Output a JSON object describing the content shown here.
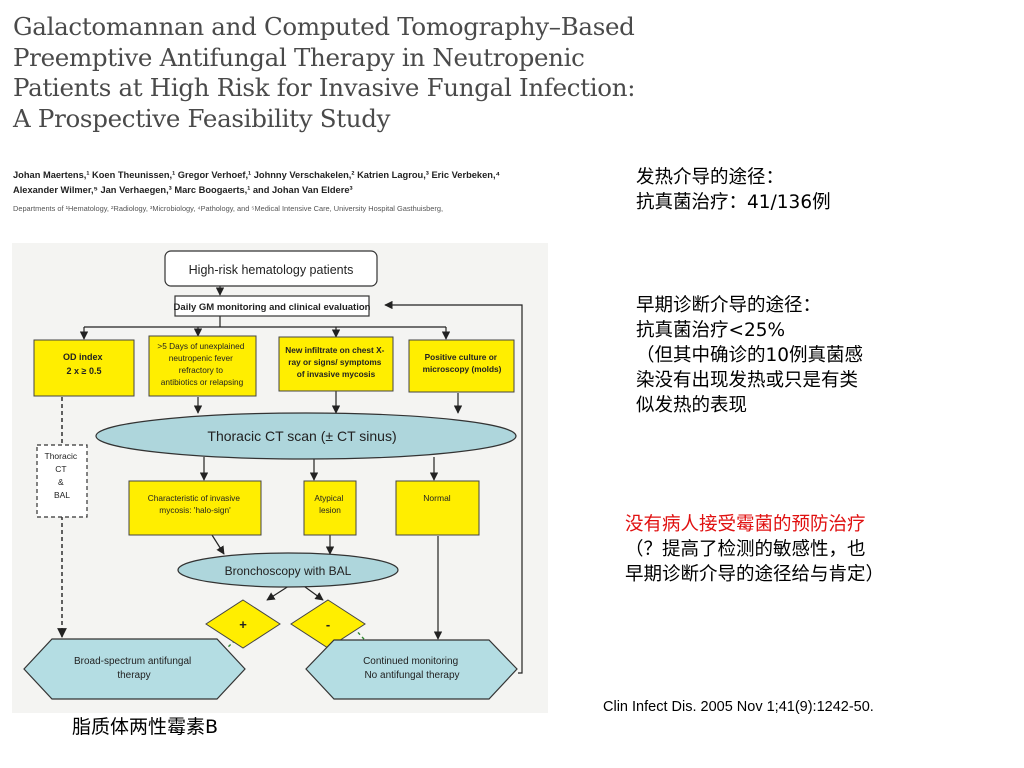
{
  "paper": {
    "title_lines": [
      "Galactomannan and Computed Tomography–Based",
      "Preemptive Antifungal Therapy in Neutropenic",
      "Patients at High Risk for Invasive Fungal Infection:",
      "A Prospective Feasibility Study"
    ],
    "author_lines": [
      "Johan Maertens,¹ Koen Theunissen,¹ Gregor Verhoef,¹ Johnny Verschakelen,² Katrien Lagrou,³ Eric Verbeken,⁴",
      "Alexander Wilmer,⁵ Jan Verhaegen,³ Marc Boogaerts,¹ and Johan Van Eldere³"
    ],
    "affiliation": "Departments of ¹Hematology, ²Radiology, ³Microbiology, ⁴Pathology, and ⁵Medical Intensive Care, University Hospital Gasthuisberg,"
  },
  "flowchart": {
    "top_box": "High-risk hematology patients",
    "monitor_box": "Daily GM monitoring and clinical evaluation",
    "criteria": [
      [
        "OD index",
        "2 x ≥ 0.5"
      ],
      [
        ">5 Days of unexplained",
        "neutropenic fever",
        "refractory to",
        "antibiotics or relapsing"
      ],
      [
        "New infiltrate on chest X-",
        "ray or signs/ symptoms",
        "of invasive mycosis"
      ],
      [
        "Positive culture or",
        "microscopy (molds)"
      ]
    ],
    "side_box": [
      "Thoracic",
      "CT",
      "&",
      "BAL"
    ],
    "ct_scan": "Thoracic  CT scan (± CT sinus)",
    "findings": [
      [
        "Characteristic of invasive",
        "mycosis: 'halo-sign'"
      ],
      [
        "Atypical",
        "lesion"
      ],
      [
        "Normal"
      ]
    ],
    "bronchoscopy": "Bronchoscopy with BAL",
    "plus": "+",
    "minus": "-",
    "outcome_left": [
      "Broad-spectrum antifungal",
      "therapy"
    ],
    "outcome_right": [
      "Continued monitoring",
      "No antifungal therapy"
    ]
  },
  "notes": {
    "note1": [
      "发热介导的途径：",
      "抗真菌治疗：41/136例"
    ],
    "note2": [
      "早期诊断介导的途径：",
      "抗真菌治疗<25%",
      "（但其中确诊的10例真菌感",
      "染没有出现发热或只是有类",
      "似发热的表现"
    ],
    "note3_red": "没有病人接受霉菌的预防治疗",
    "note3": [
      "（？提高了检测的敏感性，也",
      "早期诊断介导的途径给与肯定）"
    ]
  },
  "citation": "Clin Infect Dis. 2005 Nov 1;41(9):1242-50.",
  "bottom_label": "脂质体两性霉素B",
  "colors": {
    "yellow_box": "#ffee00",
    "ellipse": "#aed6dc",
    "outcome": "#b4dde3",
    "red_text": "#e01010"
  }
}
